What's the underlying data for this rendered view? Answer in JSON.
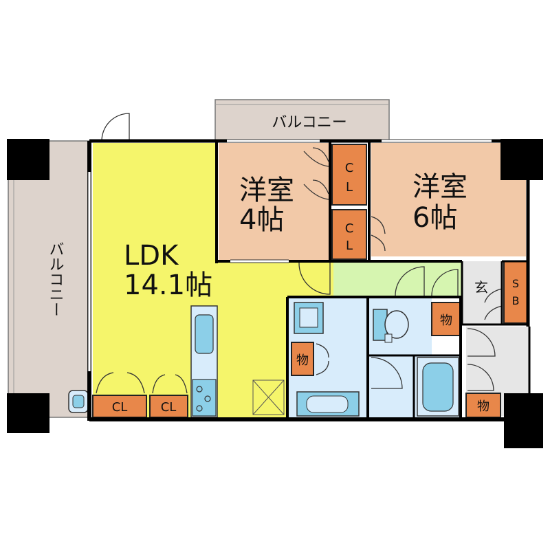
{
  "balcony_top": "バルコニー",
  "balcony_left": "バルコニー",
  "ldk": {
    "name": "LDK",
    "size": "14.1帖"
  },
  "room_4": {
    "name": "洋室",
    "size": "4帖"
  },
  "room_6": {
    "name": "洋室",
    "size": "6帖"
  },
  "closet_cl": "CL",
  "storage": "物",
  "entrance": "玄",
  "shoe_box": "SB",
  "colors": {
    "ldk": "#f5f56b",
    "bedroom": "#f2c9a8",
    "closet": "#e8874a",
    "hall": "#d6f5b0",
    "wet": "#d8ecfb",
    "fixture": "#8ccfe8",
    "balcony": "#ddd3cc",
    "entrance": "#e6e6e6",
    "wall": "#000000"
  },
  "icons": [
    "door-swing-icon",
    "toilet-icon",
    "bathtub-icon",
    "washbasin-icon",
    "stove-icon",
    "sink-icon"
  ]
}
